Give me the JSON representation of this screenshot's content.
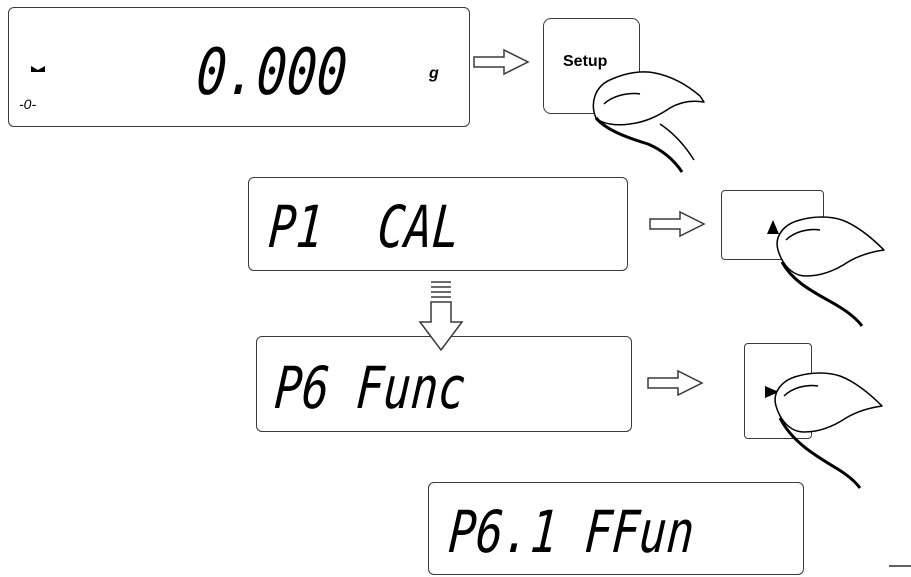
{
  "displays": {
    "weight": {
      "value": "0.000",
      "unit": "g",
      "zero_indicator": "-0-"
    },
    "p1": {
      "text": "P1  CAL"
    },
    "p6": {
      "text": "P6 Func"
    },
    "p61": {
      "text": "P6.1 FFun"
    }
  },
  "keys": {
    "setup": {
      "label": "Setup"
    }
  },
  "icons": {
    "stability": "stability-marker-icon",
    "up_key": "up-triangle-icon",
    "right_key": "right-triangle-icon",
    "finger": "finger-press-icon",
    "arrow": "hollow-arrow-icon"
  }
}
